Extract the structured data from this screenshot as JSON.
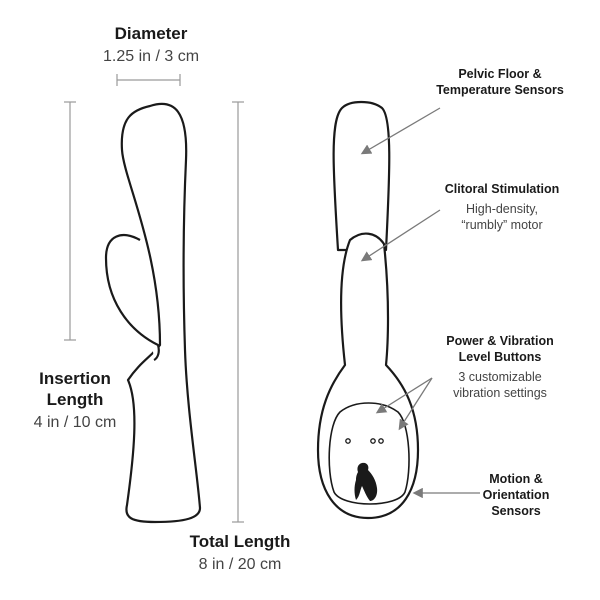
{
  "dimensions": {
    "diameter": {
      "title": "Diameter",
      "value": "1.25 in / 3 cm"
    },
    "insertion": {
      "title_line1": "Insertion",
      "title_line2": "Length",
      "value": "4 in / 10 cm"
    },
    "total": {
      "title": "Total Length",
      "value": "8 in / 20 cm"
    }
  },
  "callouts": {
    "pelvic": {
      "line1": "Pelvic Floor &",
      "line2": "Temperature Sensors"
    },
    "clitoral": {
      "title": "Clitoral Stimulation",
      "desc1": "High-density,",
      "desc2": "“rumbly” motor"
    },
    "buttons": {
      "line1": "Power & Vibration",
      "line2": "Level Buttons",
      "desc1": "3 customizable",
      "desc2": "vibration settings"
    },
    "motion": {
      "line1": "Motion &",
      "line2": "Orientation",
      "line3": "Sensors"
    }
  },
  "colors": {
    "outline": "#1a1a1a",
    "guide": "#9a9a9a",
    "arrow": "#7a7a7a",
    "text_secondary": "#444444"
  }
}
